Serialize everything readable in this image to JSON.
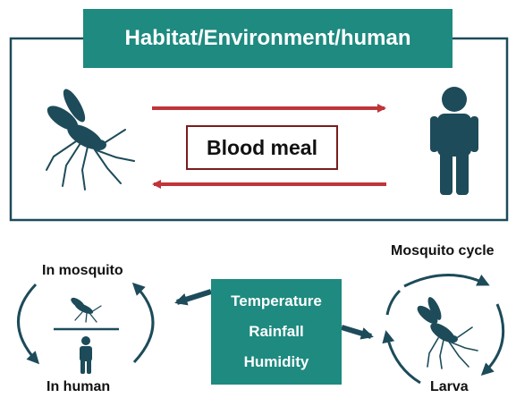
{
  "top_panel": {
    "title": "Habitat/Environment/human",
    "center_label": "Blood meal"
  },
  "factors_box": {
    "lines": [
      "Temperature",
      "Rainfall",
      "Humidity"
    ]
  },
  "left_cycle": {
    "top_label": "In mosquito",
    "bottom_label": "In human"
  },
  "right_cycle": {
    "top_label": "Mosquito cycle",
    "bottom_label": "Larva"
  },
  "colors": {
    "teal": "#1e8a80",
    "dark_teal": "#1d4b5a",
    "arrow_red": "#c0343a",
    "box_border": "#7a1c1c"
  },
  "icons": [
    "mosquito-icon",
    "person-icon"
  ]
}
